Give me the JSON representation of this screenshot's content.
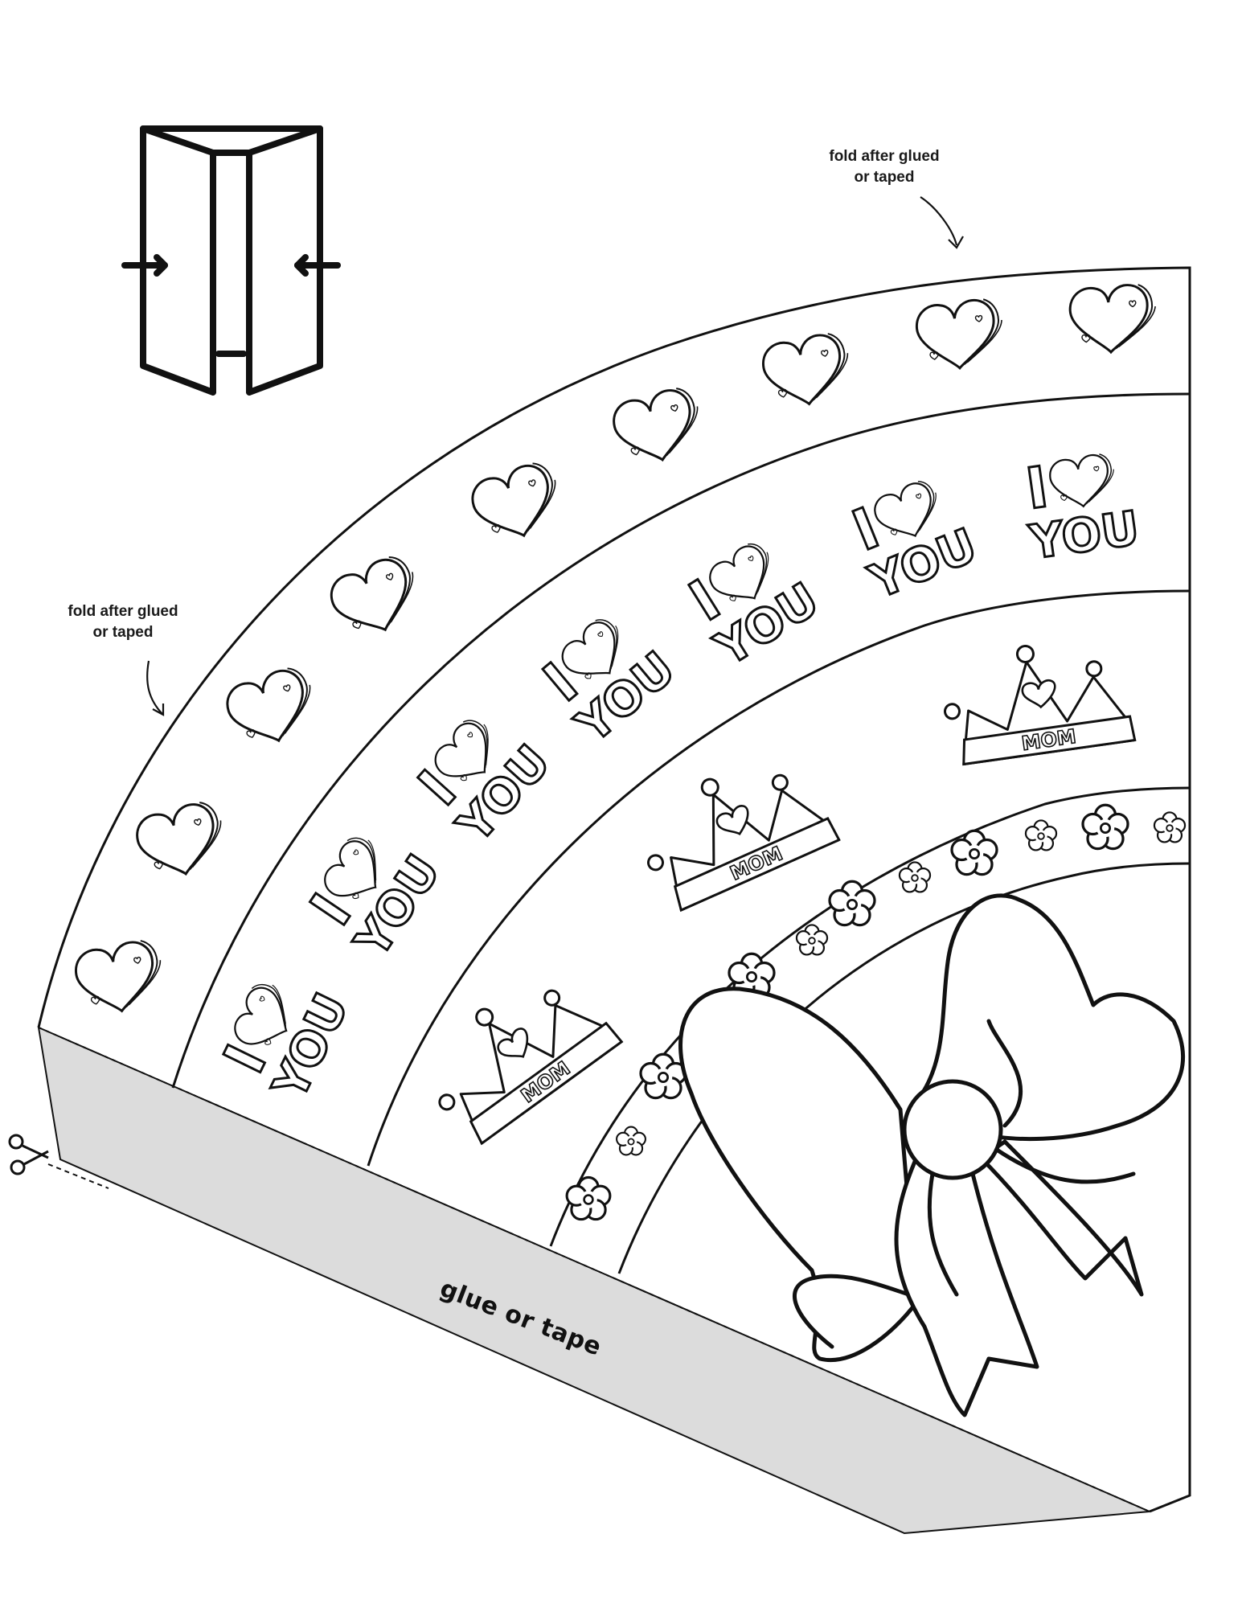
{
  "notes": {
    "fold_top_line1": "fold after glued",
    "fold_top_line2": "or taped",
    "fold_left_line1": "fold after glued",
    "fold_left_line2": "or taped"
  },
  "glue_label": "glue or tape",
  "band_words": {
    "i": "I",
    "you": "YOU",
    "mom": "MOM"
  },
  "colors": {
    "ink": "#111111",
    "glue_tab": "#dcdcdc",
    "paper": "#ffffff"
  },
  "icons": {
    "fold_diagram": "fold-instruction-icon",
    "scissors": "scissors-icon",
    "heart": "heart-icon",
    "crown": "crown-icon",
    "flower": "flower-icon",
    "bow": "bow-icon"
  }
}
